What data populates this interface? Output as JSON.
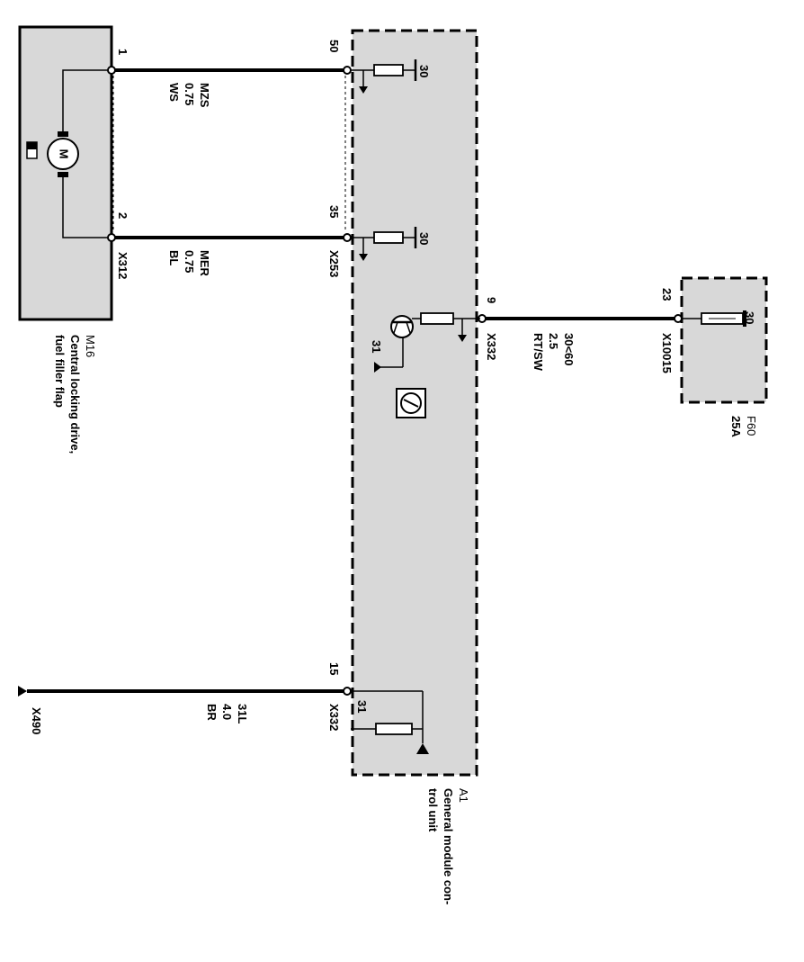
{
  "components": {
    "m16": {
      "id": "M16",
      "line1": "Central locking drive,",
      "line2": "fuel filler flap",
      "motor_symbol": "M"
    },
    "a1": {
      "id": "A1",
      "line1": "General module con-",
      "line2": "trol unit"
    },
    "f60": {
      "id": "F60",
      "rating": "25A",
      "terminal": "30"
    }
  },
  "pins": {
    "m16_pin1": "1",
    "m16_pin2": "2",
    "a1_pin50": "50",
    "a1_pin35": "35",
    "a1_pin9": "9",
    "a1_pin15": "15",
    "f60_pin23": "23"
  },
  "connectors": {
    "x312": "X312",
    "x253": "X253",
    "x332_top": "X332",
    "x10015": "X10015",
    "x332_bottom": "X332",
    "x490": "X490"
  },
  "wires": {
    "w1": {
      "signal": "MZS",
      "size": "0.75",
      "color": "WS"
    },
    "w2": {
      "signal": "MER",
      "size": "0.75",
      "color": "BL"
    },
    "w3": {
      "signal": "30<60",
      "size": "2.5",
      "color": "RT/SW"
    },
    "w4": {
      "signal": "31L",
      "size": "4.0",
      "color": "BR"
    }
  },
  "internal": {
    "supply_a": "30",
    "supply_b": "30",
    "ground_transistor": "31",
    "ground_bottom": "31"
  },
  "colors": {
    "box_fill": "#d8d8d8",
    "line": "#000000"
  }
}
